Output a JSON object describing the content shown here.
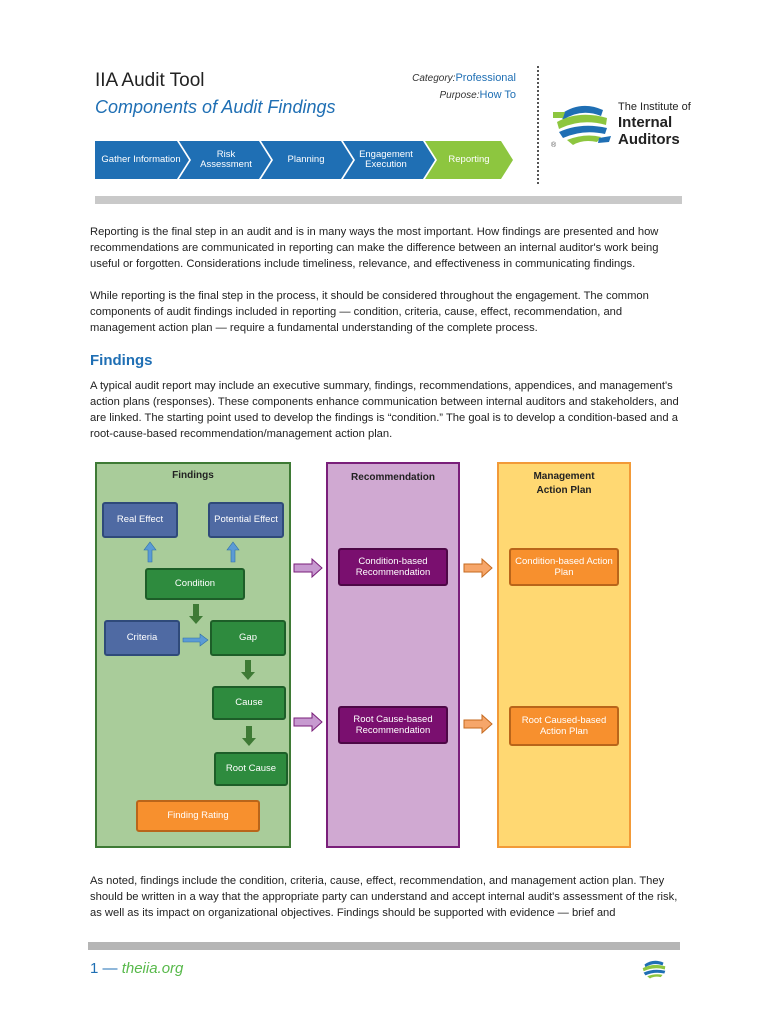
{
  "header": {
    "title": "IIA Audit Tool",
    "subtitle": "Components of Audit Findings",
    "category_label": "Category:",
    "category_value": "Professional",
    "purpose_label": "Purpose:",
    "purpose_value": "How To",
    "logo_line1": "The Institute of",
    "logo_line2": "Internal",
    "logo_line3": "Auditors",
    "logo_reg": "®"
  },
  "process_steps": [
    {
      "label": "Gather Information",
      "active": false
    },
    {
      "label": "Risk Assessment",
      "active": false
    },
    {
      "label": "Planning",
      "active": false
    },
    {
      "label": "Engagement Execution",
      "active": false
    },
    {
      "label": "Reporting",
      "active": true
    }
  ],
  "body": {
    "p1": "Reporting is the final step in an audit and is in many ways the most important. How findings are presented and how recommendations are communicated in reporting can make the difference between an internal auditor's work being useful or forgotten. Considerations include timeliness, relevance, and effectiveness in communicating findings.",
    "p2": "While reporting is the final step in the process, it should be considered throughout the engagement. The common components of audit findings included in reporting — condition, criteria, cause, effect, recommendation, and management action plan — require a fundamental understanding of the complete process.",
    "section_heading": "Findings",
    "p3": "A typical audit report may include an executive summary, findings, recommendations, appendices, and management's action plans (responses). These components enhance communication between internal auditors and stakeholders, and are linked. The starting point used to develop the findings is “condition.” The goal is to develop a condition-based and a root-cause-based recommendation/management action plan.",
    "p4": "As noted, findings include the condition, criteria, cause, effect, recommendation, and management action plan. They should be written in a way that the appropriate party can understand and accept internal audit's assessment of the risk, as well as its impact on organizational objectives. Findings should be supported with evidence — brief and"
  },
  "diagram": {
    "findings_title": "Findings",
    "recommendation_title": "Recommendation",
    "map_title": "Management Action Plan",
    "real_effect": "Real Effect",
    "potential_effect": "Potential Effect",
    "condition": "Condition",
    "criteria": "Criteria",
    "gap": "Gap",
    "cause": "Cause",
    "root_cause": "Root Cause",
    "finding_rating": "Finding Rating",
    "rec_condition": "Condition-based Recommendation",
    "rec_root": "Root Cause-based Recommendation",
    "map_condition": "Condition-based Action Plan",
    "map_root": "Root Caused-based Action Plan"
  },
  "colors": {
    "blue": "#1f6fb4",
    "green": "#8dc63f",
    "findings_bg": "#a9cc9a",
    "rec_bg": "#d0a9d2",
    "map_bg": "#ffd872",
    "box_blue": "#4f6aa3",
    "box_green": "#2e8b3e",
    "box_purple": "#7a0f6f",
    "box_orange": "#f7902e"
  },
  "footer": {
    "page": "1 —",
    "site": "theiia.org"
  }
}
